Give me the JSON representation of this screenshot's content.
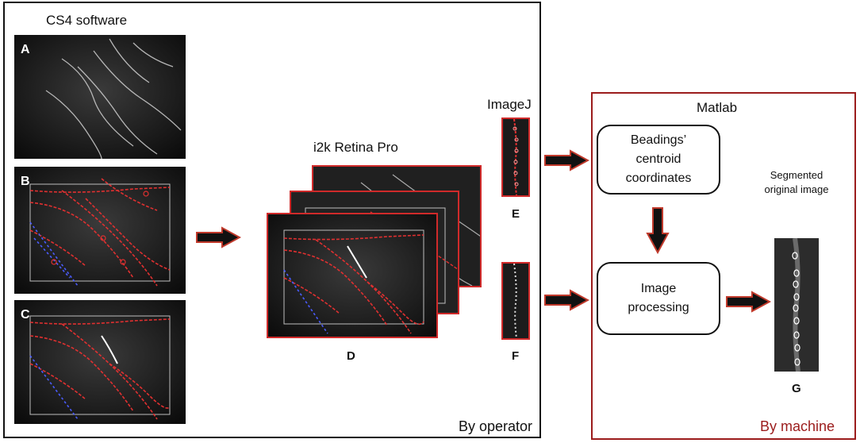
{
  "operator_panel": {
    "title": "CS4 software",
    "footer": "By operator",
    "image_a_letter": "A",
    "image_b_letter": "B",
    "image_c_letter": "C"
  },
  "i2k": {
    "title": "i2k Retina Pro",
    "caption": "D"
  },
  "imagej": {
    "title": "ImageJ",
    "caption_e": "E",
    "caption_f": "F"
  },
  "machine_panel": {
    "title": "Matlab",
    "footer": "By machine",
    "box_beadings_line1": "Beadings’",
    "box_beadings_line2": "centroid",
    "box_beadings_line3": "coordinates",
    "box_processing_line1": "Image",
    "box_processing_line2": "processing",
    "segmented_line1": "Segmented",
    "segmented_line2": "original image",
    "caption_g": "G"
  },
  "colors": {
    "operator_border": "#111111",
    "machine_border": "#9b1c1c",
    "arrow_fill": "#111111",
    "arrow_stroke": "#c0392b",
    "trace_red": "#e03030",
    "trace_blue": "#4a5cff"
  }
}
